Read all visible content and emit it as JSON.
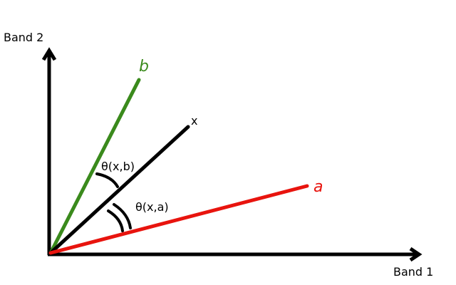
{
  "axes": {
    "x_label": "Band 1",
    "y_label": "Band 2"
  },
  "vectors": {
    "a": {
      "label": "a",
      "color": "#e8140e"
    },
    "b": {
      "label": "b",
      "color": "#3a8a1c"
    },
    "x": {
      "label": "x",
      "color": "#000000"
    }
  },
  "angles": {
    "xb": "θ(x,b)",
    "xa": "θ(x,a)"
  },
  "colors": {
    "axis": "#000000",
    "background": "#ffffff"
  }
}
